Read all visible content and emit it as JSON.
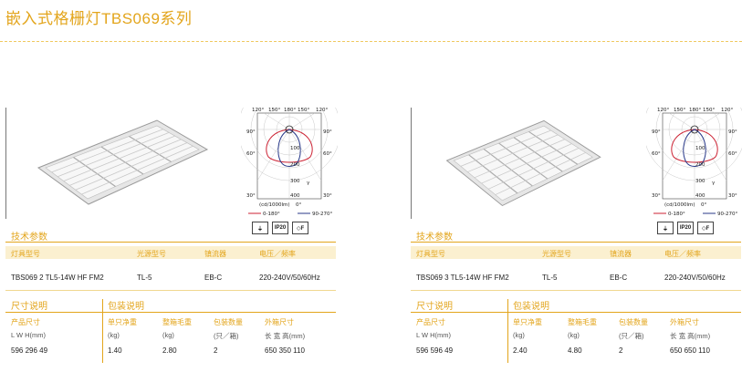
{
  "page_title": "嵌入式格栅灯TBS069系列",
  "polar_labels": {
    "top": [
      "120°",
      "150°",
      "180°",
      "150°",
      "120°"
    ],
    "left": [
      "90°",
      "60°",
      "30°"
    ],
    "right": [
      "90°",
      "60°",
      "30°"
    ],
    "radial": [
      "100",
      "200",
      "300",
      "400"
    ],
    "gamma": "γ",
    "unit": "(cd/1000lm)",
    "zero": "0°",
    "legend_red": "0-180°",
    "legend_blue": "90-270°"
  },
  "colors": {
    "accent": "#e3a51c",
    "curve_red": "#cc2233",
    "curve_blue": "#2a3a8a"
  },
  "certs": [
    {
      "name": "ground-class-icon",
      "label": "⏚"
    },
    {
      "name": "ip20-badge",
      "label": "IP20"
    },
    {
      "name": "f-mark-icon",
      "label": "◇F"
    }
  ],
  "labels": {
    "tech": "技术参数",
    "col_model": "灯具型号",
    "col_lamp": "光源型号",
    "col_ballast": "镇流器",
    "col_voltage": "电压／频率",
    "size": "尺寸说明",
    "pack": "包装说明",
    "product_size": "产品尺寸",
    "lwh": "L  W  H(mm)",
    "unit_weight": "单只净重",
    "gross_weight": "整箱毛重",
    "pack_qty": "包装数量",
    "outer_size": "外箱尺寸",
    "kg1": "(kg)",
    "kg2": "(kg)",
    "qty_unit": "(只／箱)",
    "outer_unit": "长  宽  高(mm)"
  },
  "products": [
    {
      "model": "TBS069 2  TL5-14W HF FM2",
      "lamp": "TL-5",
      "ballast": "EB-C",
      "voltage": "220-240V/50/60Hz",
      "dims": "596  296  49",
      "net": "1.40",
      "gross": "2.80",
      "qty": "2",
      "outer": "650  350  110"
    },
    {
      "model": "TBS069 3  TL5-14W HF FM2",
      "lamp": "TL-5",
      "ballast": "EB-C",
      "voltage": "220-240V/50/60Hz",
      "dims": "596  596  49",
      "net": "2.40",
      "gross": "4.80",
      "qty": "2",
      "outer": "650  650  110"
    }
  ]
}
